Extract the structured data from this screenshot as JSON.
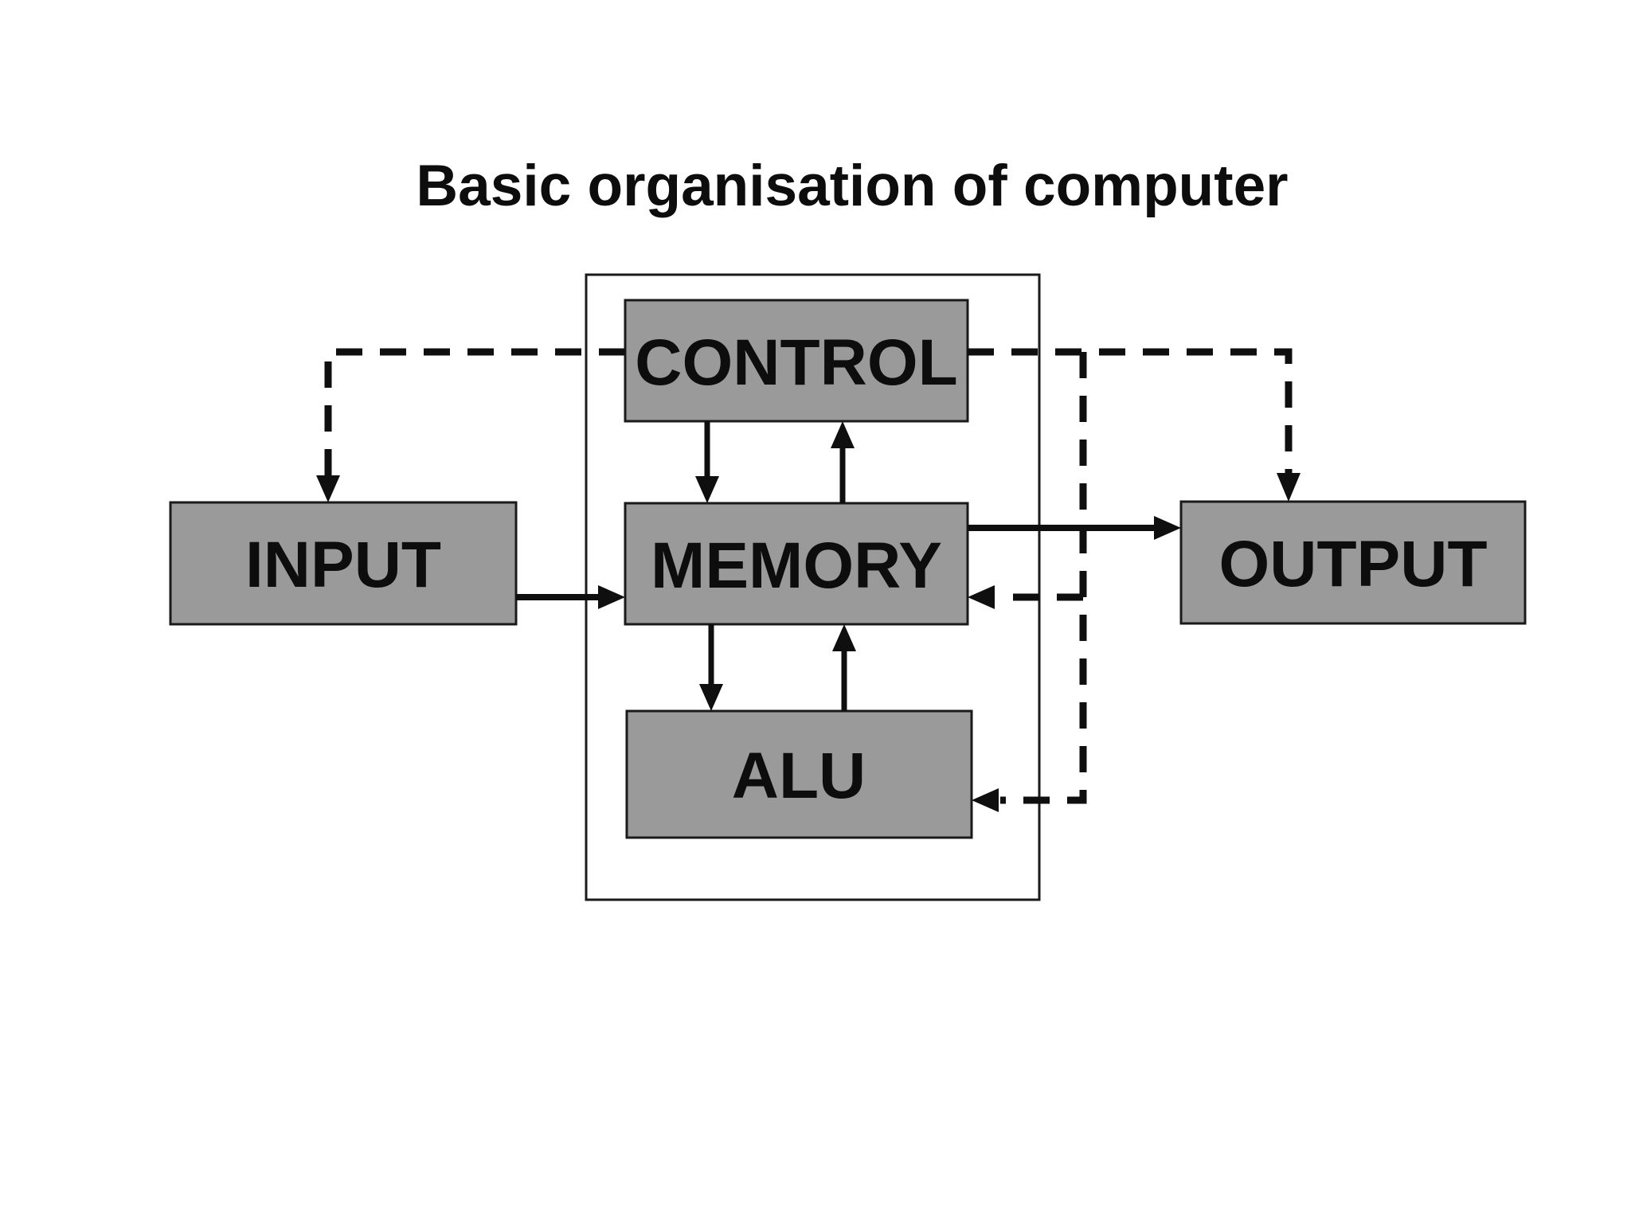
{
  "title": "Basic organisation of computer",
  "diagram": {
    "boxes": {
      "control": {
        "label": "CONTROL"
      },
      "memory": {
        "label": "MEMORY"
      },
      "alu": {
        "label": "ALU"
      },
      "input": {
        "label": "INPUT"
      },
      "output": {
        "label": "OUTPUT"
      }
    },
    "connections": {
      "solid": [
        {
          "from": "CONTROL",
          "to": "MEMORY"
        },
        {
          "from": "MEMORY",
          "to": "CONTROL"
        },
        {
          "from": "MEMORY",
          "to": "ALU"
        },
        {
          "from": "ALU",
          "to": "MEMORY"
        },
        {
          "from": "INPUT",
          "to": "MEMORY"
        },
        {
          "from": "MEMORY",
          "to": "OUTPUT"
        }
      ],
      "dashed": [
        {
          "from": "CONTROL",
          "to": "INPUT"
        },
        {
          "from": "CONTROL",
          "to": "OUTPUT"
        },
        {
          "from": "CONTROL",
          "to": "MEMORY"
        },
        {
          "from": "CONTROL",
          "to": "ALU"
        }
      ]
    }
  },
  "colors": {
    "background": "#ffffff",
    "box_fill": "#9a9a9a",
    "box_border": "#1a1a1a",
    "line": "#0f0f0f",
    "text": "#0d0d0d"
  }
}
